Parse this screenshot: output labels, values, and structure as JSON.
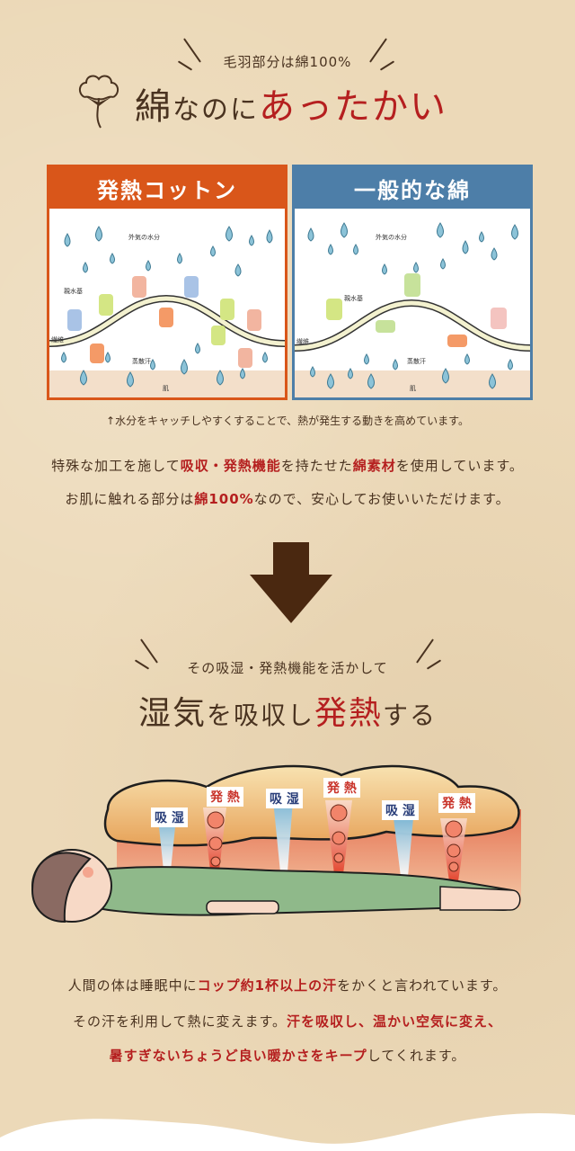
{
  "section1": {
    "subheading": "毛羽部分は綿100%",
    "title_part1": "綿",
    "title_part2": "なのに",
    "title_accent": "あったかい",
    "icon": "cotton-flower-icon"
  },
  "panels": [
    {
      "header": "発熱コットン",
      "header_color": "#d9561a",
      "labels": {
        "outside_moisture": "外気の水分",
        "hydrophilic_group": "親水基",
        "fiber": "繊維",
        "sweat": "蒸散汗",
        "skin": "肌"
      }
    },
    {
      "header": "一般的な綿",
      "header_color": "#4d7ea8",
      "labels": {
        "outside_moisture": "外気の水分",
        "hydrophilic_group": "親水基",
        "fiber": "繊維",
        "sweat": "蒸散汗",
        "skin": "肌"
      }
    }
  ],
  "caption": "↑水分をキャッチしやすくすることで、熱が発生する動きを高めています。",
  "paragraph1": {
    "line1": [
      "特殊な加工を施して",
      "吸収・発熱機能",
      "を持たせた",
      "綿素材",
      "を使用しています。"
    ],
    "line2": [
      "お肌に触れる部分は",
      "綿100%",
      "なので、安心してお使いいただけます。"
    ]
  },
  "arrow": {
    "icon": "down-arrow-icon",
    "color": "#4a2810"
  },
  "section2": {
    "subheading": "その吸湿・発熱機能を活かして",
    "title_part1": "湿気",
    "title_part2": "を吸収し",
    "title_accent": "発熱",
    "title_part3": "する"
  },
  "illustration": {
    "labels": [
      "吸 湿",
      "発 熱",
      "吸 湿",
      "発 熱",
      "吸 湿",
      "発 熱"
    ]
  },
  "paragraph2": {
    "line1": [
      "人間の体は睡眠中に",
      "コップ約1杯以上の汗",
      "をかくと言われています。"
    ],
    "line2": [
      "その汗を利用して熱に変えます。",
      "汗を吸収し、温かい空気に変え、"
    ],
    "line3": [
      "暑すぎないちょうど良い暖かさをキープ",
      "してくれます。"
    ]
  },
  "colors": {
    "background": "#ecd9b8",
    "text": "#4a3320",
    "accent_red": "#b51f1f",
    "orange": "#d9561a",
    "blue": "#4d7ea8"
  }
}
